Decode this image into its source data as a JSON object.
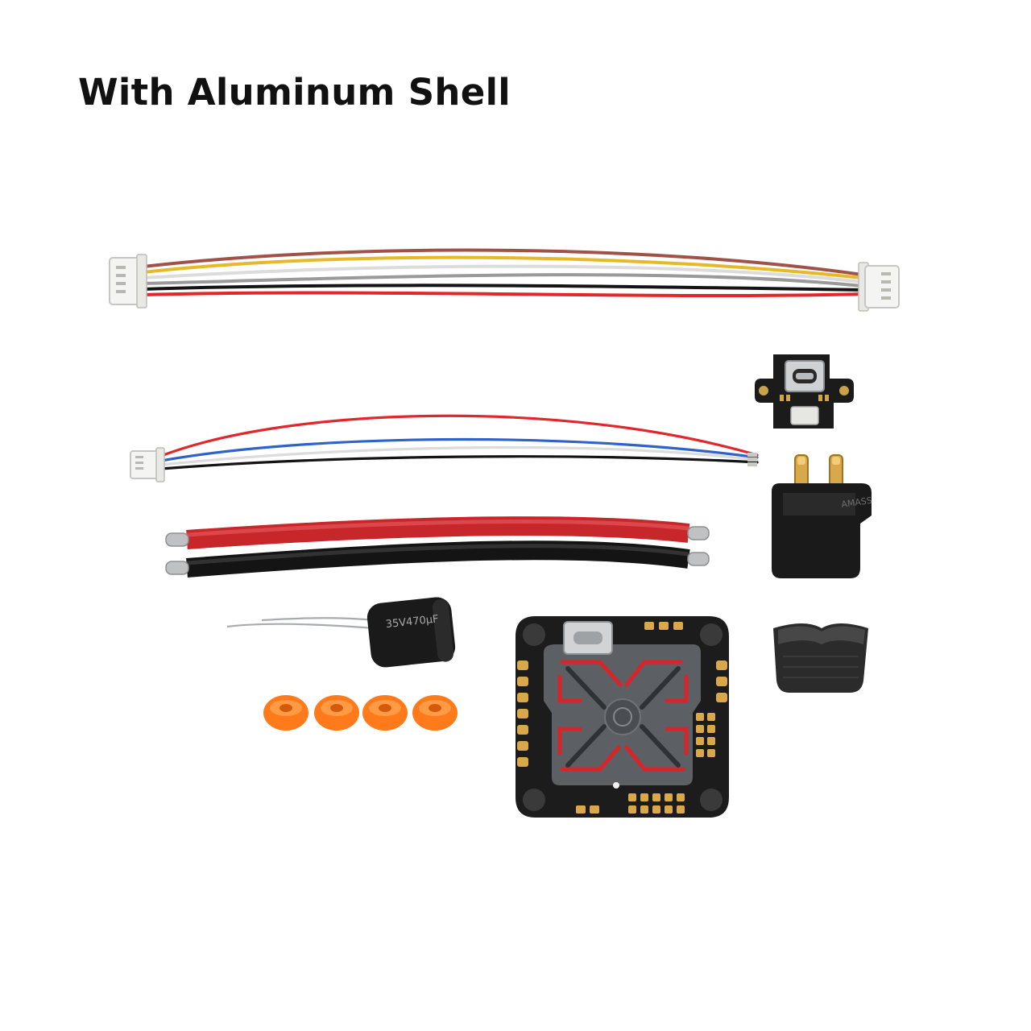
{
  "title": "With Aluminum Shell",
  "colors": {
    "background": "#ffffff",
    "wire_red": "#e0282c",
    "wire_black": "#141414",
    "wire_white": "#dcdcdc",
    "wire_blue": "#2f63c9",
    "wire_yellow": "#e5b928",
    "wire_brown": "#a05248",
    "wire_gray": "#9a9a9a",
    "pcb_black": "#1c1c1c",
    "shell_gray": "#5c5f63",
    "trace_red": "#d8252c",
    "pad_gold": "#d8a84a",
    "grommet_orange": "#ff7a1a"
  },
  "items": [
    {
      "name": "6-pin-jst-cable"
    },
    {
      "name": "4-pin-jst-cable"
    },
    {
      "name": "usb-c-adapter-board"
    },
    {
      "name": "xt60-connector"
    },
    {
      "name": "xt60-cap"
    },
    {
      "name": "silicone-power-leads"
    },
    {
      "name": "electrolytic-capacitor"
    },
    {
      "name": "rubber-grommets",
      "count": 4
    },
    {
      "name": "flight-controller-aluminum-shell"
    }
  ]
}
